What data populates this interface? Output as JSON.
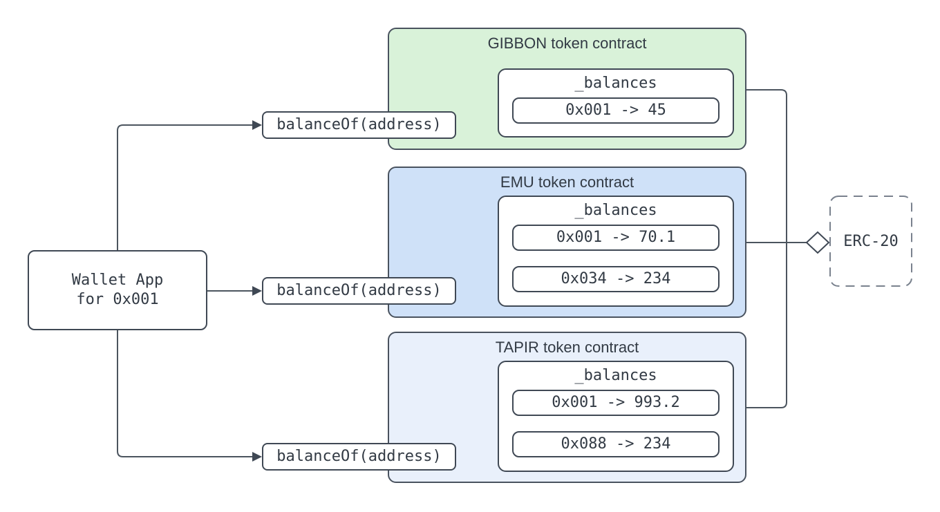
{
  "wallet": {
    "lines": [
      "Wallet App",
      "for 0x001"
    ]
  },
  "calls": [
    "balanceOf(address)",
    "balanceOf(address)",
    "balanceOf(address)"
  ],
  "contracts": [
    {
      "title": "GIBBON token contract",
      "fill": "#d9f2d9",
      "mapping_name": "_balances",
      "entries": [
        "0x001 -> 45"
      ]
    },
    {
      "title": "EMU token contract",
      "fill": "#cfe1f8",
      "mapping_name": "_balances",
      "entries": [
        "0x001 -> 70.1",
        "0x034 -> 234"
      ]
    },
    {
      "title": "TAPIR token contract",
      "fill": "#e9f0fb",
      "mapping_name": "_balances",
      "entries": [
        "0x001 -> 993.2",
        "0x088 -> 234"
      ]
    }
  ],
  "interface": {
    "label": "ERC-20"
  },
  "colors": {
    "background": "#ffffff",
    "box_stroke": "#3f4854",
    "container_stroke": "#49525e",
    "connector_line": "#4b545e",
    "dashed_stroke": "#79818d",
    "text": "#323a44",
    "gibbon_fill": "#d9f2d9",
    "emu_fill": "#cfe1f8",
    "tapir_fill": "#e9f0fb"
  }
}
